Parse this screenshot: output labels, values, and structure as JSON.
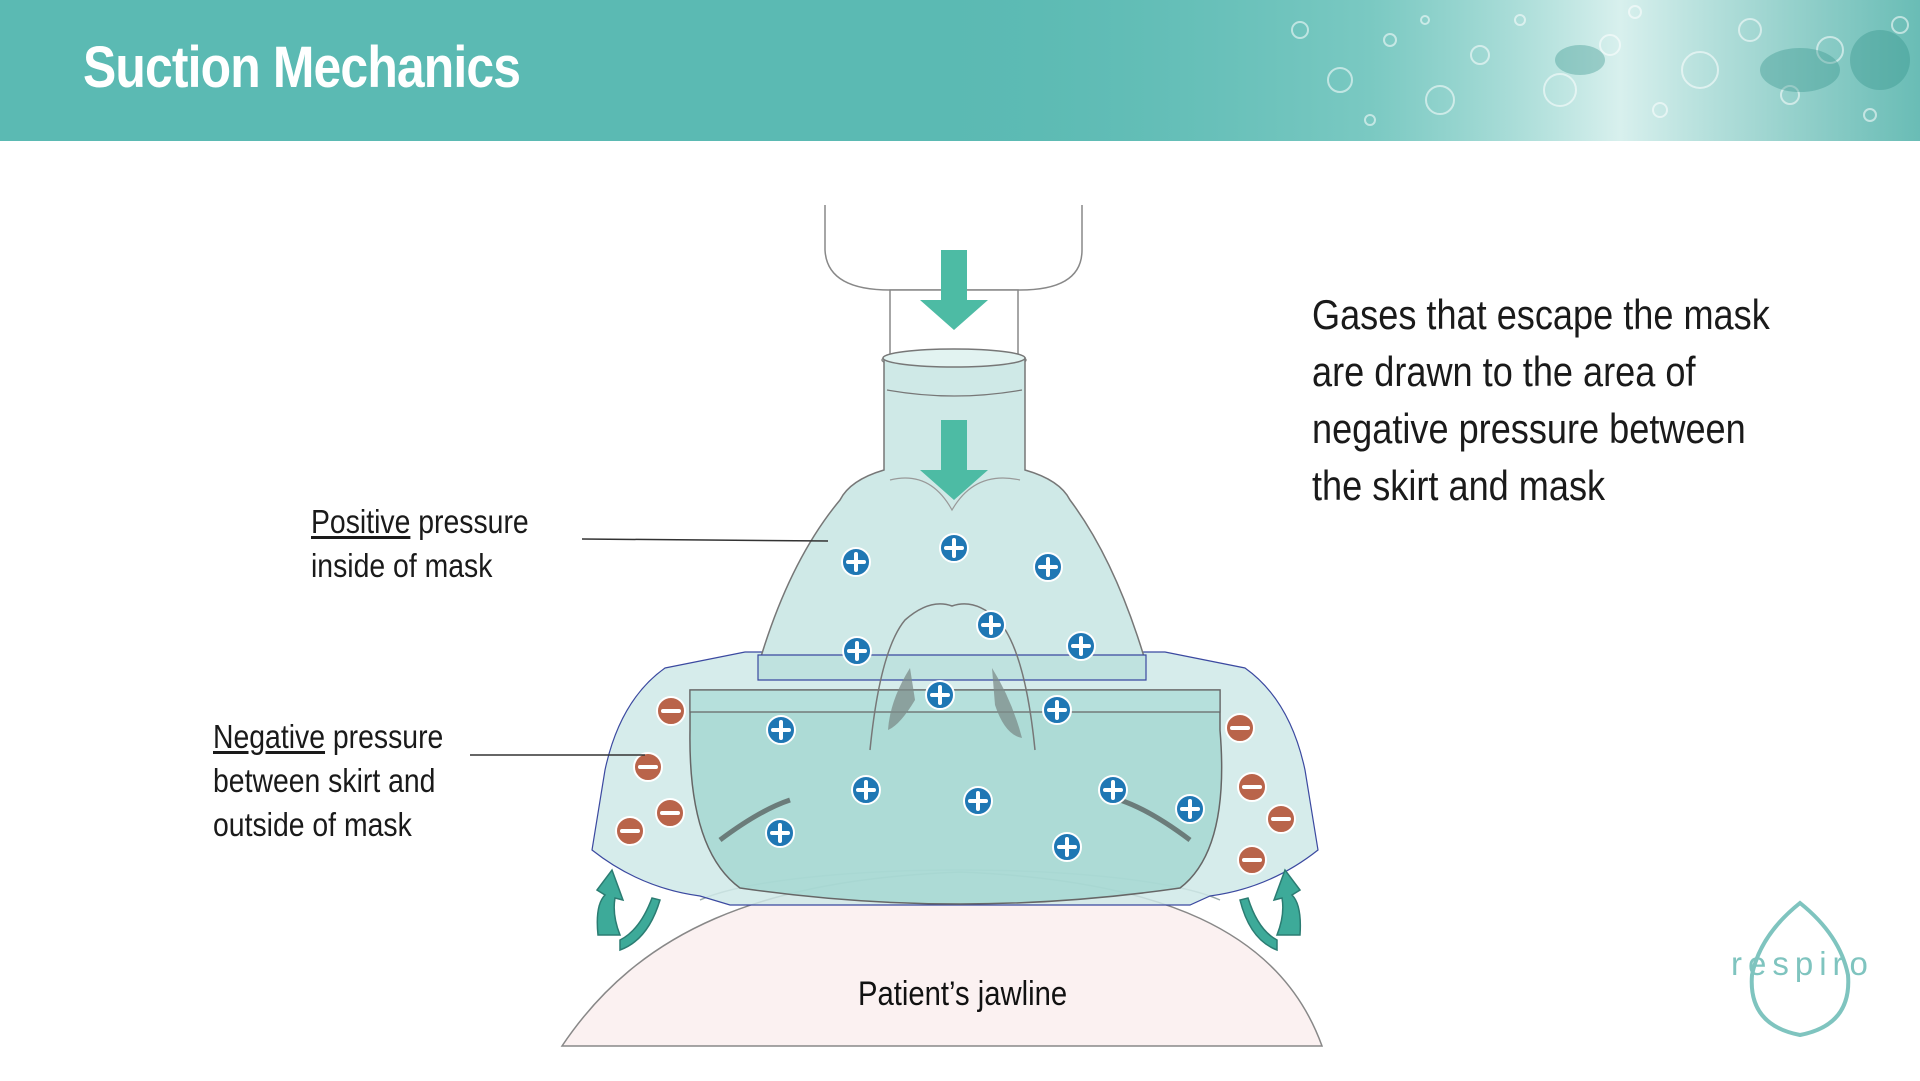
{
  "header": {
    "title": "Suction Mechanics"
  },
  "labels": {
    "positive_term": "Positive",
    "positive_rest_line1": " pressure",
    "positive_line2": "inside of mask",
    "negative_term": "Negative",
    "negative_rest_line1": " pressure",
    "negative_line2": "between skirt and",
    "negative_line3": "outside of mask",
    "jawline": "Patient’s jawline"
  },
  "description": "Gases that escape the mask are drawn to the area of negative pressure between the skirt and mask",
  "logo": {
    "text": "respiro",
    "icon": "droplet-outline-icon"
  },
  "colors": {
    "header": "#5bbab3",
    "mask_fill": "#cfe9e7",
    "arrow": "#4dbba4",
    "positive_marker": "#1f77b4",
    "negative_marker": "#b9644a",
    "logo": "#7fc4bf"
  },
  "markers": {
    "positive_symbol": "+",
    "negative_symbol": "−"
  }
}
